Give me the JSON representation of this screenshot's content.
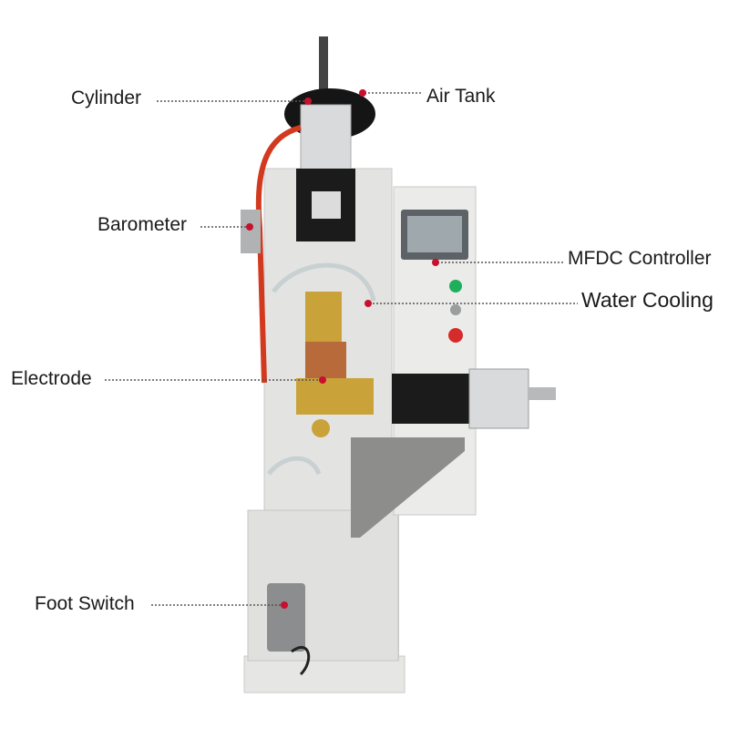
{
  "callouts": {
    "cylinder": "Cylinder",
    "air_tank": "Air Tank",
    "barometer": "Barometer",
    "mfdc_controller": "MFDC Controller",
    "water_cooling": "Water Cooling",
    "electrode": "Electrode",
    "foot_switch": "Foot Switch"
  },
  "colors": {
    "marker": "#c8102e",
    "leader": "#555555",
    "frame": "#e3e4e2",
    "brass": "#c9a23a",
    "copper": "#b86a3a",
    "black": "#1b1b1b",
    "screen": "#9fa8ad"
  }
}
